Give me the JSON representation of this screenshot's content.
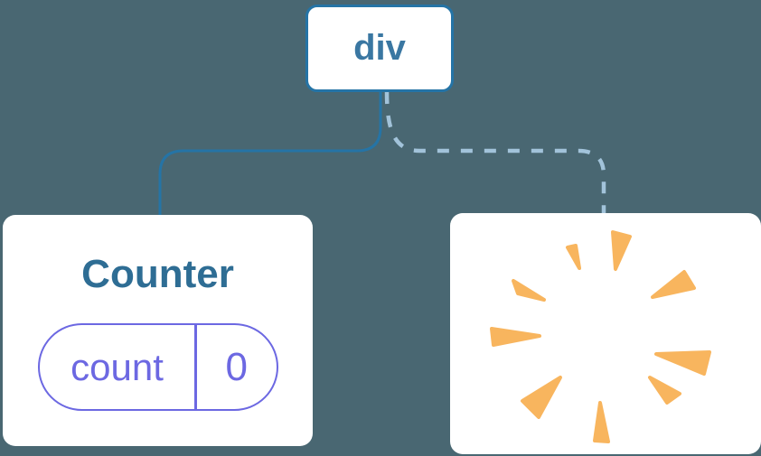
{
  "diagram": {
    "root": {
      "label": "div"
    },
    "counter": {
      "title": "Counter",
      "state": {
        "key": "count",
        "value": "0"
      }
    },
    "removed_child": {
      "icon": "poof-burst",
      "meaning": "component removed"
    }
  },
  "colors": {
    "background": "#496772",
    "line-blue": "#2574a6",
    "node-text": "#3a77a2",
    "dashed-line": "#a2c3da",
    "card-bg": "#ffffff",
    "component-title": "#2e6d94",
    "state-purple": "#6c68e2",
    "poof-orange": "#f8b55e"
  }
}
